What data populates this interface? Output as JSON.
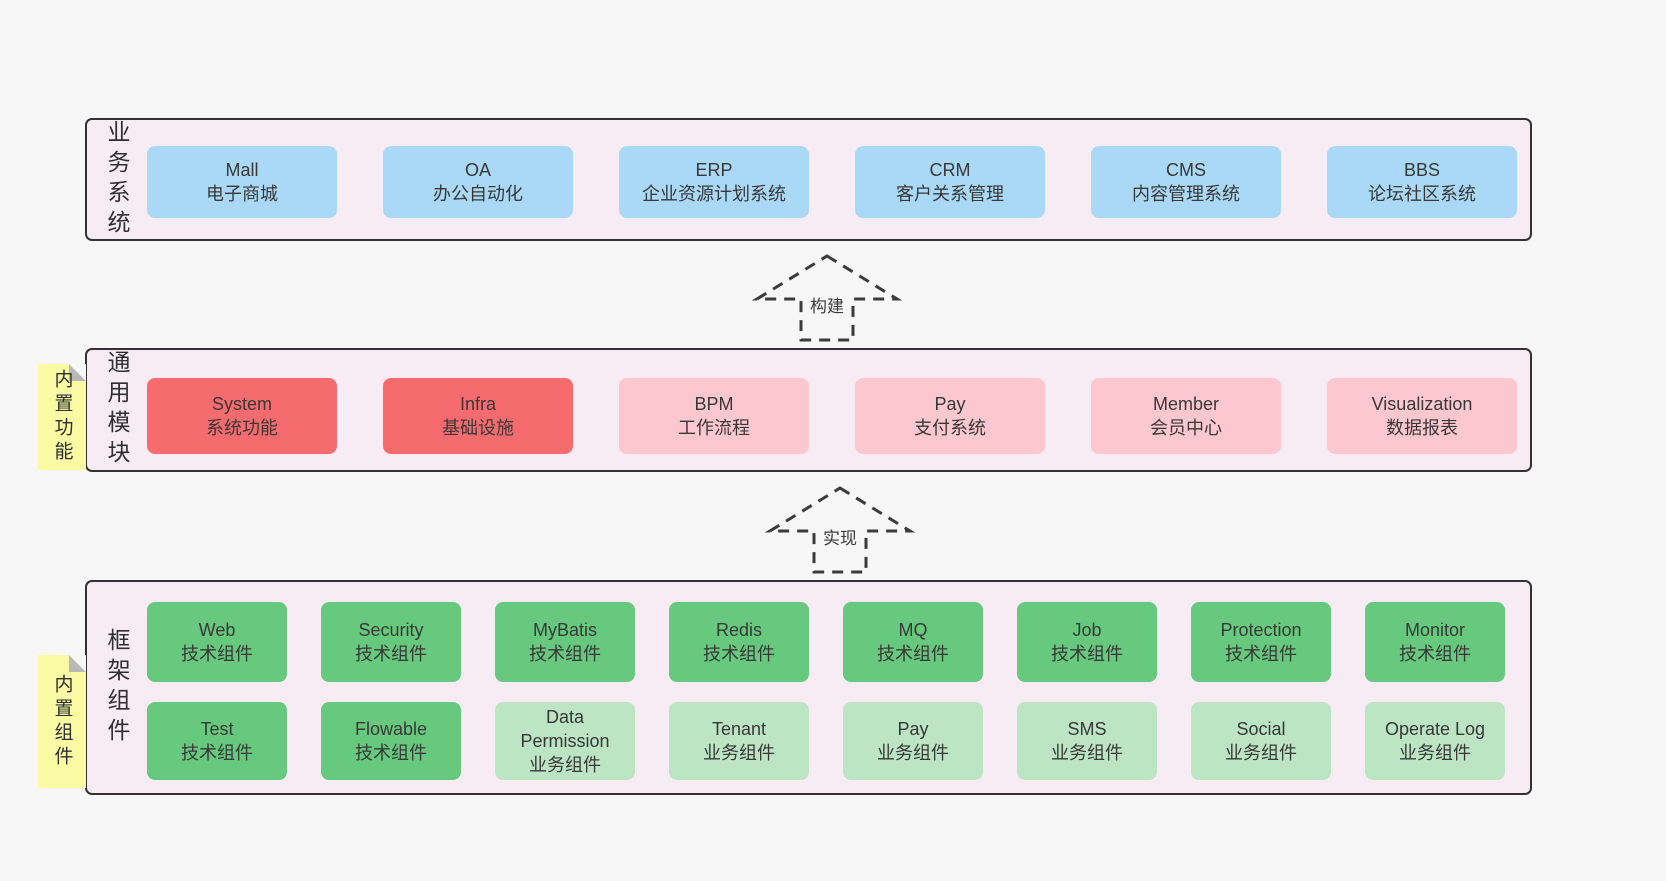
{
  "page": {
    "bg": "#f7f7f7",
    "container_bg": "#f7ecf4",
    "border_color": "#333333",
    "text_color": "#3a3a3a",
    "sticky_bg": "#fafaa5",
    "sticky_fold": "#b8b8b8"
  },
  "variants": {
    "blue": "#a9d9f7",
    "red": "#f66c6e",
    "pink": "#fdc7d0",
    "green": "#66c97d",
    "lightgreen": "#bce5c3"
  },
  "layers": [
    {
      "id": "business",
      "label": "业务系统",
      "sticky": "",
      "rows": [
        [
          {
            "title": "Mall",
            "subtitle": "电子商城",
            "variant": "blue"
          },
          {
            "title": "OA",
            "subtitle": "办公自动化",
            "variant": "blue"
          },
          {
            "title": "ERP",
            "subtitle": "企业资源计划系统",
            "variant": "blue"
          },
          {
            "title": "CRM",
            "subtitle": "客户关系管理",
            "variant": "blue"
          },
          {
            "title": "CMS",
            "subtitle": "内容管理系统",
            "variant": "blue"
          },
          {
            "title": "BBS",
            "subtitle": "论坛社区系统",
            "variant": "blue"
          }
        ]
      ]
    },
    {
      "id": "modules",
      "label": "通用模块",
      "sticky": "内置功能",
      "rows": [
        [
          {
            "title": "System",
            "subtitle": "系统功能",
            "variant": "red"
          },
          {
            "title": "Infra",
            "subtitle": "基础设施",
            "variant": "red"
          },
          {
            "title": "BPM",
            "subtitle": "工作流程",
            "variant": "pink"
          },
          {
            "title": "Pay",
            "subtitle": "支付系统",
            "variant": "pink"
          },
          {
            "title": "Member",
            "subtitle": "会员中心",
            "variant": "pink"
          },
          {
            "title": "Visualization",
            "subtitle": "数据报表",
            "variant": "pink"
          }
        ]
      ]
    },
    {
      "id": "components",
      "label": "框架组件",
      "sticky": "内置组件",
      "rows": [
        [
          {
            "title": "Web",
            "subtitle": "技术组件",
            "variant": "green"
          },
          {
            "title": "Security",
            "subtitle": "技术组件",
            "variant": "green"
          },
          {
            "title": "MyBatis",
            "subtitle": "技术组件",
            "variant": "green"
          },
          {
            "title": "Redis",
            "subtitle": "技术组件",
            "variant": "green"
          },
          {
            "title": "MQ",
            "subtitle": "技术组件",
            "variant": "green"
          },
          {
            "title": "Job",
            "subtitle": "技术组件",
            "variant": "green"
          },
          {
            "title": "Protection",
            "subtitle": "技术组件",
            "variant": "green"
          },
          {
            "title": "Monitor",
            "subtitle": "技术组件",
            "variant": "green"
          }
        ],
        [
          {
            "title": "Test",
            "subtitle": "技术组件",
            "variant": "green"
          },
          {
            "title": "Flowable",
            "subtitle": "技术组件",
            "variant": "green"
          },
          {
            "title": "Data Permission",
            "subtitle": "业务组件",
            "variant": "lightgreen"
          },
          {
            "title": "Tenant",
            "subtitle": "业务组件",
            "variant": "lightgreen"
          },
          {
            "title": "Pay",
            "subtitle": "业务组件",
            "variant": "lightgreen"
          },
          {
            "title": "SMS",
            "subtitle": "业务组件",
            "variant": "lightgreen"
          },
          {
            "title": "Social",
            "subtitle": "业务组件",
            "variant": "lightgreen"
          },
          {
            "title": "Operate Log",
            "subtitle": "业务组件",
            "variant": "lightgreen"
          }
        ]
      ]
    }
  ],
  "arrows": [
    {
      "label": "构建"
    },
    {
      "label": "实现"
    }
  ]
}
